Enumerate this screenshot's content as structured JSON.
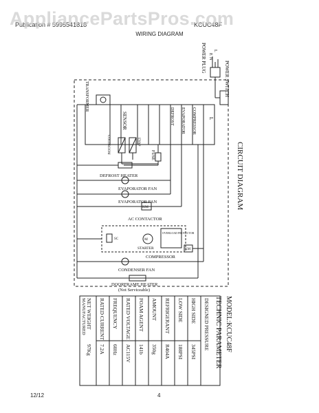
{
  "watermark": "AppliancePartsPros.com",
  "header": {
    "left": "Publication # 5995541818",
    "right": "KCUC48F",
    "title": "WIRING DIAGRAM"
  },
  "diagram": {
    "power_plug": "POWER PLUG",
    "plug_pins": [
      "E",
      "L",
      "N"
    ],
    "power_switch": "POWER SWITCH",
    "transformer": "TRANSFORMER",
    "board_pins": [
      "L",
      "COMPRESSOR",
      "EVAPORATOR",
      "DEFROST"
    ],
    "sensor": "SENSOR",
    "sensor_coldroom": "COLDROOM",
    "sensor_evap": "EVAP",
    "fuse": "FUSE",
    "circuit_title": "CIRCUIT  DIAGRAM",
    "defrost_heater": "DEFROST HEATER",
    "evaporator_fan_1": "EVAPORATOR FAN",
    "evaporator_fan_2": "EVAPORATOR FAN",
    "ac_contactor": "AC CONTACTOR",
    "km": "KM",
    "km2": "KM",
    "starter": "STARTER",
    "overload_protector": "OVERLOAD PROTECTOR",
    "compressor": "COMPRESSOR",
    "condenser_fan": "CONDENSER FAN",
    "doorframe_heater": "DOORFRAME HEATER",
    "not_serviceable": "(Not Serviceable)",
    "sc": "SC",
    "m_label": "M"
  },
  "model": "MODEL:KCUC48F",
  "parameter_title": "TECHNIC  PARAMETER",
  "parameters": {
    "header": "DESIGNED PRESSURE",
    "rows": [
      {
        "name": "HIGH SIDE",
        "value": "345PSI"
      },
      {
        "name": "LOW SIDE",
        "value": "188PSI"
      },
      {
        "name": "REFRIGERANT",
        "value": "R404A"
      },
      {
        "name": "AMOUNT",
        "value": "350g"
      },
      {
        "name": "FOAM AGENT",
        "value": "141b"
      },
      {
        "name": "RATED VOLTAGE",
        "value": "AC115V"
      },
      {
        "name": "FREQUENCY",
        "value": "60Hz"
      },
      {
        "name": "RATED CURRENT",
        "value": "7.2A"
      },
      {
        "name": "NET WEIGHT",
        "value": "97Kg"
      },
      {
        "name": "MANUFACTURED",
        "value": ""
      }
    ]
  },
  "footer": {
    "date": "12/12",
    "page": "4"
  }
}
